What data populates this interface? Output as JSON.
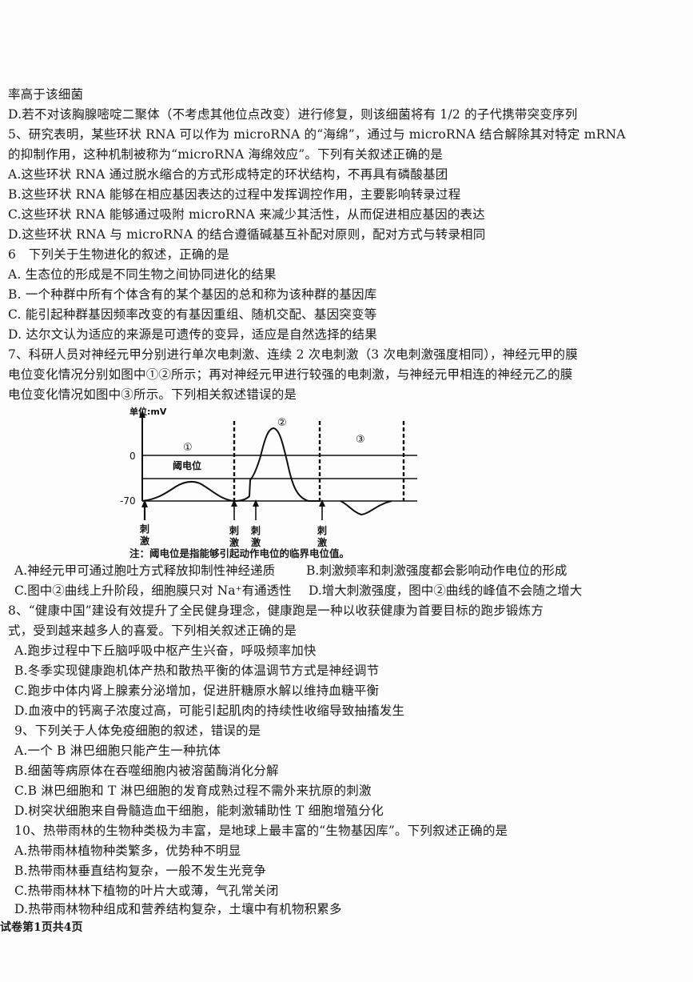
{
  "document": {
    "lines_top": [
      "率高于该细菌",
      "D.若不对该胸腺嘧啶二聚体（不考虑其他位点改变）进行修复，则该细菌将有 1/2 的子代携带突变序列"
    ],
    "q5": {
      "stem_1": "5、研究表明，某些环状 RNA 可以作为 microRNA 的“海绵”，通过与 microRNA 结合解除其对特定 mRNA",
      "stem_2": "的抑制作用，这种机制被称为“microRNA 海绵效应”。下列有关叙述正确的是",
      "options": [
        "A.这些环状 RNA 通过脱水缩合的方式形成特定的环状结构，不再具有磷酸基团",
        "B.这些环状 RNA 能够在相应基因表达的过程中发挥调控作用，主要影响转录过程",
        "C.这些环状 RNA 能够通过吸附 microRNA 来减少其活性，从而促进相应基因的表达",
        "D.这些环状 RNA 与 microRNA 的结合遵循碱基互补配对原则，配对方式与转录相同"
      ]
    },
    "q6": {
      "stem": "6　下列关于生物进化的叙述，正确的是",
      "options": [
        "A. 生态位的形成是不同生物之间协同进化的结果",
        "B. 一个种群中所有个体含有的某个基因的总和称为该种群的基因库",
        "C. 能引起种群基因频率改变的有基因重组、随机交配、基因突变等",
        "D. 达尔文认为适应的来源是可遗传的变异，适应是自然选择的结果"
      ]
    },
    "q7": {
      "stem_1": "7、科研人员对神经元甲分别进行单次电刺激、连续 2 次电刺激（3 次电刺激强度相同），神经元甲的膜",
      "stem_2": "电位变化情况分别如图中①②所示；再对神经元甲进行较强的电刺激，与神经元甲相连的神经元乙的膜",
      "stem_3": "电位变化情况如图中③所示。下列相关叙述错误的是",
      "figure": {
        "y_axis_label": "单位:mV",
        "tick_zero": "0",
        "tick_rest": "-70",
        "threshold_label": "阈电位",
        "curve_labels": [
          "①",
          "②",
          "③"
        ],
        "stimulus_label": "刺激",
        "note": "注：阈电位是指能够引起动作电位的临界电位值。"
      },
      "options_row1": [
        "A.神经元甲可通过胞吐方式释放抑制性神经递质",
        "B.刺激频率和刺激强度都会影响动作电位的形成"
      ],
      "options_row2": [
        "C.图中②曲线上升阶段，细胞膜只对 Na⁺有通透性",
        "D.增大刺激强度，图中②曲线的峰值不会随之增大"
      ]
    },
    "q8": {
      "stem_1": "8、“健康中国”建设有效提升了全民健身理念，健康跑是一种以收获健康为首要目标的跑步锻炼方",
      "stem_2": "式，受到越来越多人的喜爱。下列相关叙述正确的是",
      "options": [
        "A.跑步过程中下丘脑呼吸中枢产生兴奋，呼吸频率加快",
        "B.冬季实现健康跑机体产热和散热平衡的体温调节方式是神经调节",
        "C.跑步中体内肾上腺素分泌增加，促进肝糖原水解以维持血糖平衡",
        "D.血液中的钙离子浓度过高，可能引起肌肉的持续性收缩导致抽搐发生"
      ]
    },
    "q9": {
      "stem": "9、下列关于人体免疫细胞的叙述，错误的是",
      "options": [
        "A.一个 B 淋巴细胞只能产生一种抗体",
        "B.细菌等病原体在吞噬细胞内被溶菌酶消化分解",
        "C.B 淋巴细胞和 T 淋巴细胞的发育成熟过程不需外来抗原的刺激",
        "D.树突状细胞来自骨髓造血干细胞，能刺激辅助性 T 细胞增殖分化"
      ]
    },
    "q10": {
      "stem": "10、热带雨林的生物种类极为丰富，是地球上最丰富的“生物基因库”。下列叙述正确的是",
      "options": [
        "A.热带雨林植物种类繁多，优势种不明显",
        "B.热带雨林垂直结构复杂，一般不发生光竞争",
        "C.热带雨林林下植物的叶片大或薄，气孔常关闭",
        "D.热带雨林物种组成和营养结构复杂，土壤中有机物积累多"
      ]
    },
    "footer": "试卷第1页共4页"
  }
}
